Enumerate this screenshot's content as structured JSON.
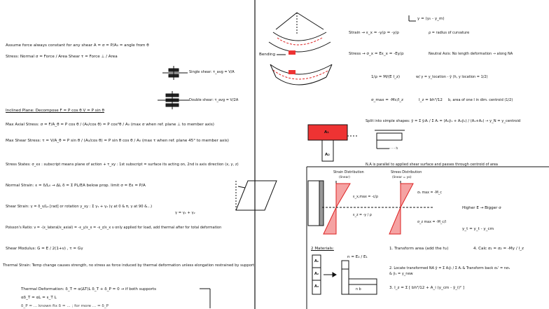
{
  "left": {
    "intro": "Assume force always constant for any shear A = σ = P/A₀ = angle from θ",
    "stress_line": "Stress: Normal σ = Force / Area      Shear τ = Force ⊥ / Area",
    "single_shear": "Single shear:  τ_avg = V/A",
    "double_shear": "Double shear:  τ_avg = V/2A",
    "inclined_plane": "Inclined Plane:  Decompose   F = P cos θ    V = P sin θ",
    "max_axial": "Max Axial Stress:  σ = F/A_θ = P cos θ / (A₀/cos θ) = P cos²θ / A₀   (max σ when  ref. plane ⊥ to member axis)",
    "max_shear": "Max Shear Stress:  τ = V/A_θ = P sin θ / (A₀/cos θ) = P sin θ cos θ / A₀   (max τ when ref. plane 45° to member axis)",
    "stress_states": "Stress States:  σ_xx : subscript means plane of action   +  τ_xy : 1st subscript = surface its acting on, 2nd is axis direction (x, y, z)",
    "normal_strain": "Normal Strain:  ε = δ/L₀ → ∆L     δ = Σ PL/EA     below prop. limit  σ = Eε = P/A",
    "shear_strain": "Shear Strain:  γ = δ_s/L₀ [rad] or rotation     γ_xy : Σ γ₁ + γ₂    (γ at 0 & π, γ at 90 &...)",
    "gamma_eq": "γ = γ₁ + γ₂",
    "poisson": "Poisson's Ratio:  ν = -(ε_lateral/ε_axial) = -ε_y/ε_x = -ε_z/ε_x   ν only applied for load, add thermal after for total deformation",
    "shear_modulus": "Shear Modulus:  G = E / 2(1+ν)     ,  τ = Gγ",
    "thermal": "Thermal Strain: Temp change causes strength, no stress as force induced by thermal deformation unless elongation restrained by support",
    "thermal_def": "Thermal Deformation:   δ_T = α(∆T)L      δ_T + δ_P = 0   → if both supports",
    "thermal_eq": "αδ_T = αL = ε_T L",
    "thermal_cut": "δ_P = ... known fix     δ = ... ; for more     ... = δ_P"
  },
  "right": {
    "y_def": "y = (y₀ - y_m)",
    "bending": "Bending",
    "strain": "Strain  → ε_x = -y/ρ = -y/ρ",
    "strain_note": "ρ = radius of curvature",
    "stress": "Stress  → σ_x = Eε_x = -Ey/ρ",
    "neutral_axis": "Neutral Axis: No length deformation → along NA",
    "curvature": "1/ρ = M/(E I_z)",
    "y_note": "w/ y = y_location - ȳ  (h, y location = 1/2)",
    "sigma_max": "σ_max = -Mc/I_z",
    "inertia": "I_z = bh³/12",
    "inertia_note": "b, area of one I in dim. centroid (1/2)",
    "centroid": "Split into simple shapes:   ȳ = Σ ȳᵢAᵢ / Σ Aᵢ = (A₁ȳ₁ + A₂ȳ₂) / (A₁+A₂)   → y_N = y_centroid",
    "label_A1": "A₁",
    "label_A2": "A₂",
    "dim_label": "- - - h",
    "na_note": "N.A is parallel to applied shear surface and passes through centroid of area",
    "strain_dist": "Strain Distribution",
    "strain_dist_sub": "(linear)",
    "stress_dist": "Stress Distribution",
    "stress_dist_sub": "(linear = yo)",
    "eps_max": "ε_x,max = -c/ρ",
    "sig_max_1": "σ₁ max = -M_c",
    "eps_eq": "ε_z = -y / ρ",
    "sig_max_2": "σ_z max = -M_c/I",
    "higher_e": "Higher E → Bigger σ",
    "y_eq": "y_t = y_t - y_cm",
    "calc": "4. Calc  σ₁ = σ₂ = -My / I_z",
    "n_materials": "2 Materials:",
    "n_ratio": "n = E₂ / E₁",
    "step1": "1. Transform area (add the h₂)",
    "step2": "2. Locate transformed NA  ȳ = Σ Aᵢȳᵢ / Σ Aᵢ  &  Transform back  σ₂' = nσ₁",
    "step2b": "& ȳ₁ = y_new",
    "step3": "3. I_z = Σ [ bh³/12 + A_i (y_cm - ȳ_i)² ]",
    "n_b": "n b",
    "stack": [
      "A₁",
      "A₂",
      "A₃"
    ]
  }
}
